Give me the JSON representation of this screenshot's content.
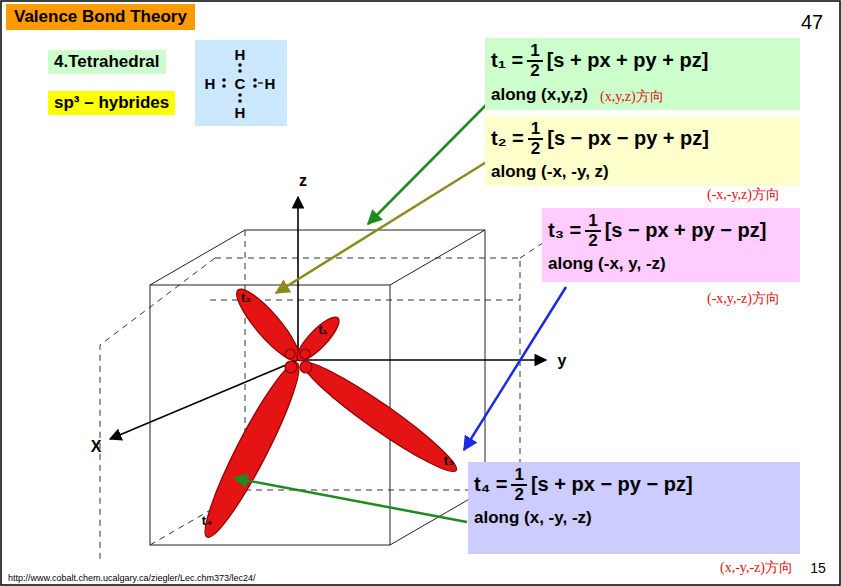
{
  "diagram": {
    "title": "Valence Bond Theory",
    "nodes": [
      {
        "text": [
          "4.Tetrahedral"
        ]
      },
      {
        "text": [
          "sp³ – hybrides"
        ]
      },
      {
        "text": [
          "H",
          "H",
          "C",
          "H",
          "H"
        ]
      },
      {
        "text": [
          "t₁ =",
          "1",
          "2",
          "[s + px + py + pz]",
          "along (x,y,z)",
          "(x,y,z)方向"
        ]
      },
      {
        "text": [
          "t₂ =",
          "1",
          "2",
          "[s − px − py + pz]",
          "along (-x, -y, z)",
          "(-x,-y,z)方向"
        ]
      },
      {
        "text": [
          "t₃ =",
          "1",
          "2",
          "[s − px + py − pz]",
          "along (-x, y, -z)",
          "(-x,y,-z)方向"
        ]
      },
      {
        "text": [
          "t₄ =",
          "1",
          "2",
          "[s + px − py − pz]",
          "along (x, -y, -z)",
          "(x,-y,-z)方向"
        ]
      }
    ],
    "labels": [
      "47",
      "z",
      "y",
      "X",
      "t₂",
      "t₁",
      "t₃",
      "t₄",
      "http://www.cobalt.chem.ucalgary.ca/ziegler/Lec.chm373/lec24/",
      "15"
    ]
  }
}
